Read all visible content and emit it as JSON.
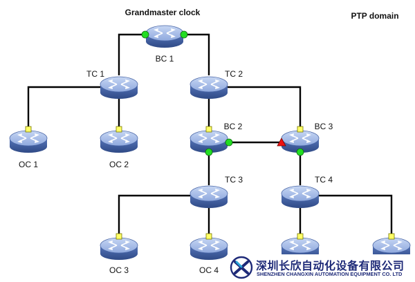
{
  "header": {
    "title": "Grandmaster clock",
    "domain_label": "PTP domain"
  },
  "nodes": [
    {
      "id": "bc1",
      "label": "BC 1"
    },
    {
      "id": "tc1",
      "label": "TC 1"
    },
    {
      "id": "tc2",
      "label": "TC 2"
    },
    {
      "id": "oc1",
      "label": "OC 1"
    },
    {
      "id": "oc2",
      "label": "OC 2"
    },
    {
      "id": "bc2",
      "label": "BC 2"
    },
    {
      "id": "bc3",
      "label": "BC 3"
    },
    {
      "id": "tc3",
      "label": "TC 3"
    },
    {
      "id": "tc4",
      "label": "TC 4"
    },
    {
      "id": "oc3",
      "label": "OC 3"
    },
    {
      "id": "oc4",
      "label": "OC 4"
    },
    {
      "id": "oc5",
      "label": ""
    },
    {
      "id": "oc6",
      "label": ""
    }
  ],
  "links": [
    {
      "from": "bc1",
      "to": "tc1"
    },
    {
      "from": "bc1",
      "to": "tc2"
    },
    {
      "from": "tc1",
      "to": "oc1"
    },
    {
      "from": "tc1",
      "to": "oc2"
    },
    {
      "from": "tc2",
      "to": "bc2"
    },
    {
      "from": "tc2",
      "to": "bc3"
    },
    {
      "from": "bc2",
      "to": "bc3"
    },
    {
      "from": "bc2",
      "to": "tc3"
    },
    {
      "from": "bc3",
      "to": "tc4"
    },
    {
      "from": "tc3",
      "to": "oc3"
    },
    {
      "from": "tc3",
      "to": "oc4"
    },
    {
      "from": "tc4",
      "to": "oc5"
    },
    {
      "from": "tc4",
      "to": "oc6"
    }
  ],
  "legend_port_colors": {
    "master": "#22dd22",
    "slave": "#ffff66",
    "passive": "#ee1111"
  },
  "device_colors": {
    "body": "#5b7fc1",
    "dark": "#34508f",
    "light": "#a9c0ea"
  },
  "watermark": {
    "company_cn": "深圳长欣自动化设备有限公司",
    "company_en": "SHENZHEN CHANGXIN AUTOMATION EQUIPMENT CO. LTD"
  }
}
